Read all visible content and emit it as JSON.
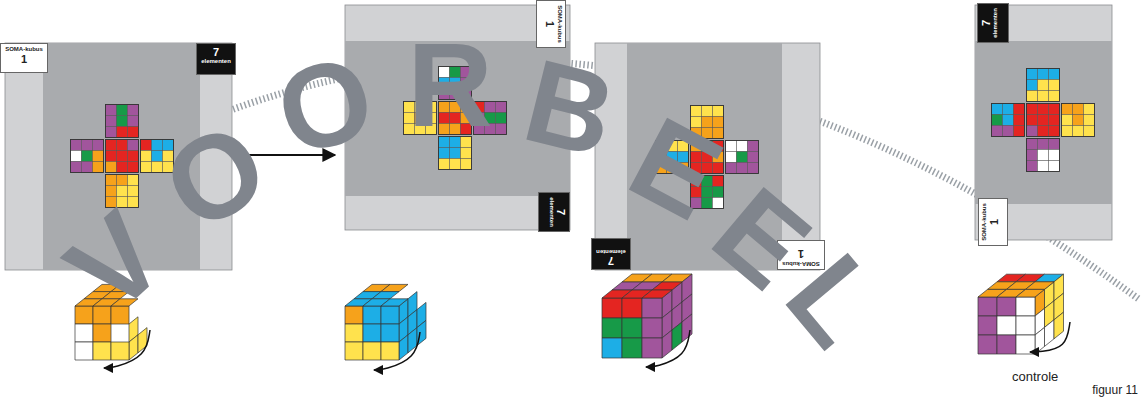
{
  "diagram": {
    "nodes": [
      {
        "text": [
          "SOMA-kubus",
          "1"
        ]
      },
      {
        "text": [
          "7",
          "elementen"
        ]
      },
      {
        "text": [
          "SOMA-kubus",
          "1"
        ]
      },
      {
        "text": [
          "7",
          "elementen"
        ]
      },
      {
        "text": [
          "SOMA-kubus",
          "1"
        ]
      },
      {
        "text": [
          "7",
          "elementen"
        ]
      },
      {
        "text": [
          "SOMA-kubus",
          "1"
        ]
      },
      {
        "text": [
          "7",
          "elementen"
        ]
      }
    ],
    "labels": [
      "controle",
      "figuur 11",
      "VOORBEEL"
    ]
  }
}
